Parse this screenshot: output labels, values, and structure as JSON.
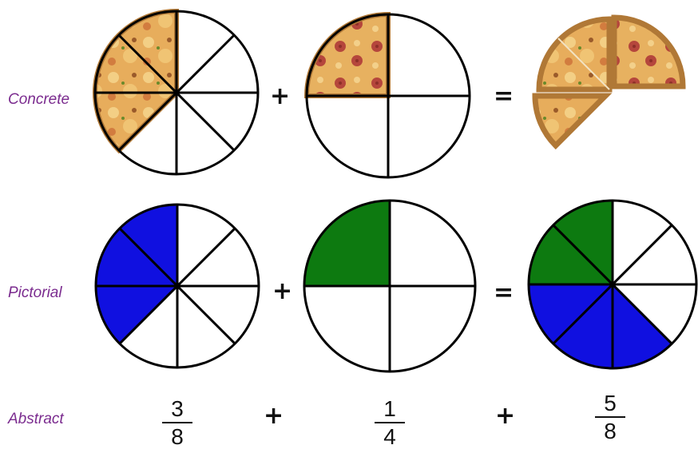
{
  "rows": {
    "concrete": "Concrete",
    "pictorial": "Pictorial",
    "abstract": "Abstract"
  },
  "operators": {
    "plus": "+",
    "equals": "="
  },
  "fractions": [
    {
      "numerator": "3",
      "denominator": "8"
    },
    {
      "numerator": "1",
      "denominator": "4"
    },
    {
      "numerator": "5",
      "denominator": "8"
    }
  ],
  "colors": {
    "label": "#7b2c8f",
    "eighths_fill": "#1010e0",
    "quarter_fill": "#0d7a10",
    "pizza_crust": "#c98f45",
    "pizza_cheese": "#e9b060",
    "pepperoni": "#b5463c"
  },
  "icons": [
    "pizza-slice-icon"
  ]
}
